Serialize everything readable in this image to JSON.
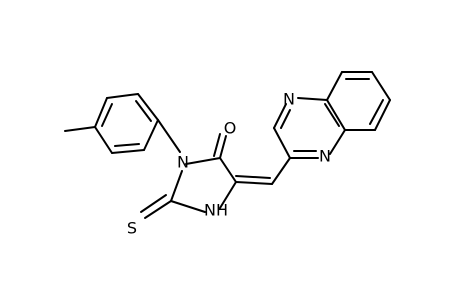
{
  "molecule": {
    "atom_labels": {
      "carbonyl_oxygen": "O",
      "imidazolidine_n3": "N",
      "imidazolidine_nh": "NH",
      "thione_sulfur": "S",
      "quinoxaline_n_top": "N",
      "quinoxaline_n_bottom": "N"
    },
    "colors": {
      "bond": "#000000",
      "label": "#000000",
      "background": "#ffffff"
    }
  }
}
